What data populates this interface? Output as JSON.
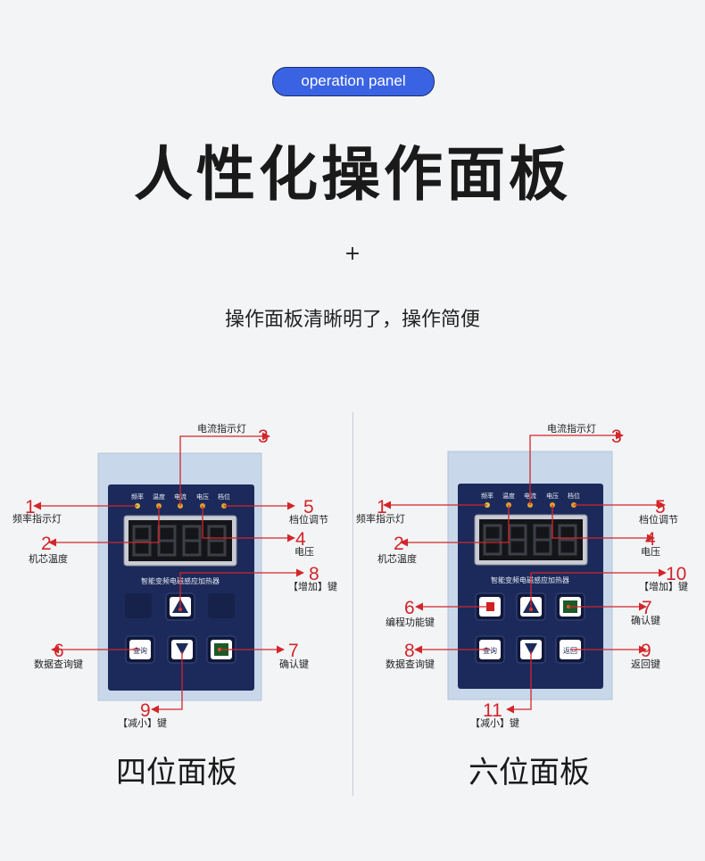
{
  "header": {
    "badge": "operation panel",
    "title": "人性化操作面板",
    "plus": "+",
    "subtitle": "操作面板清晰明了，操作简便"
  },
  "panel_common": {
    "led_labels": [
      "频率",
      "温度",
      "电流",
      "电压",
      "档位"
    ],
    "brand": "智能变频电磁感应加热器",
    "query_key": "查询"
  },
  "panel_left": {
    "caption": "四位面板",
    "callouts": {
      "current_light": {
        "num": "3",
        "text": "电流指示灯"
      },
      "freq_light": {
        "num": "1",
        "text": "频率指示灯"
      },
      "gear": {
        "num": "5",
        "text": "档位调节"
      },
      "core_temp": {
        "num": "2",
        "text": "机芯温度"
      },
      "voltage": {
        "num": "4",
        "text": "电压"
      },
      "increase": {
        "num": "8",
        "text": "【增加】键"
      },
      "query": {
        "num": "6",
        "text": "数据查询键"
      },
      "confirm": {
        "num": "7",
        "text": "确认键"
      },
      "decrease": {
        "num": "9",
        "text": "【减小】键"
      }
    }
  },
  "panel_right": {
    "caption": "六位面板",
    "return_key": "返回",
    "callouts": {
      "current_light": {
        "num": "3",
        "text": "电流指示灯"
      },
      "freq_light": {
        "num": "1",
        "text": "频率指示灯"
      },
      "gear": {
        "num": "5",
        "text": "档位调节"
      },
      "core_temp": {
        "num": "2",
        "text": "机芯温度"
      },
      "voltage": {
        "num": "4",
        "text": "电压"
      },
      "increase": {
        "num": "10",
        "text": "【增加】键"
      },
      "program": {
        "num": "6",
        "text": "编程功能键"
      },
      "confirm": {
        "num": "7",
        "text": "确认键"
      },
      "query": {
        "num": "8",
        "text": "数据查询键"
      },
      "return": {
        "num": "9",
        "text": "返回键"
      },
      "decrease": {
        "num": "11",
        "text": "【减小】键"
      }
    }
  },
  "colors": {
    "badge": "#3a63e4",
    "panel_face": "#1b2a5a",
    "housing": "#c8d8ea",
    "callout_red": "#d2262a"
  }
}
